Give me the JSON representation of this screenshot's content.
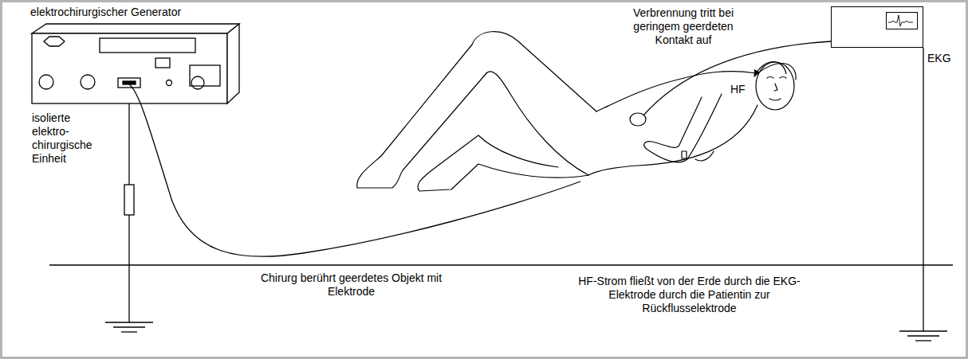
{
  "diagram": {
    "nodes": [
      {
        "text": [
          "elektrochirurgischer Generator"
        ]
      },
      {
        "text": [
          "EKG"
        ]
      }
    ],
    "labels": [
      "isolierte elektro- chirurgische Einheit",
      "Verbrennung tritt bei geringem geerdeten Kontakt auf",
      "HF",
      "Chirurg berührt geerdetes Objekt mit Elektrode",
      "HF-Strom fließt von der Erde durch die EKG-Elektrode durch die Patientin zur Rückflusselektrode"
    ]
  }
}
